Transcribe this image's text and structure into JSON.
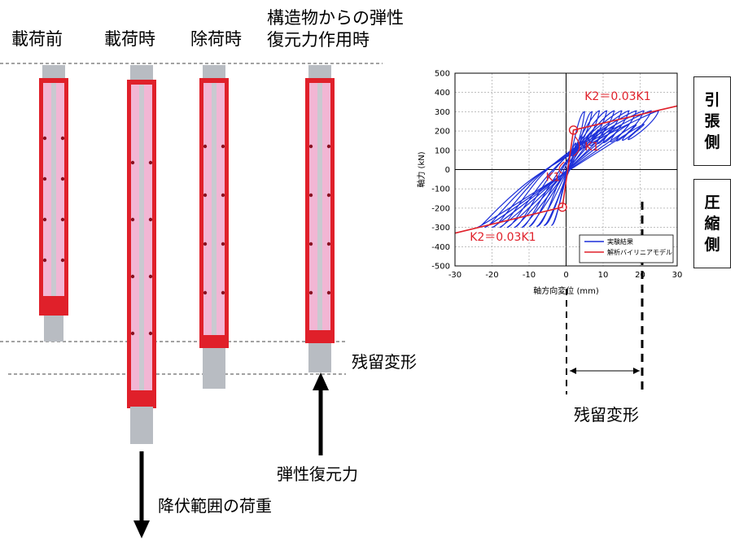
{
  "stages": [
    {
      "label": "載荷前"
    },
    {
      "label": "載荷時"
    },
    {
      "label": "除荷時"
    },
    {
      "label_line1": "構造物からの弾性",
      "label_line2": "復元力作用時"
    }
  ],
  "annotations": {
    "residual_left": "残留変形",
    "residual_right": "残留変形",
    "restoring_force": "弾性復元力",
    "yield_load": "降伏範囲の荷重"
  },
  "side_labels": {
    "tension": [
      "引",
      "張",
      "側"
    ],
    "compression": [
      "圧",
      "縮",
      "側"
    ]
  },
  "colors": {
    "brace_red": "#e0202a",
    "brace_pink": "#f2b6d4",
    "metal_gray": "#b8bcc2",
    "curve_blue": "#1c2fd8",
    "model_red": "#e0202a"
  },
  "chart_data": {
    "type": "line",
    "xlabel": "軸方向変位 (mm)",
    "ylabel": "軸力 (kN)",
    "xlim": [
      -30,
      30
    ],
    "ylim": [
      -500,
      500
    ],
    "xticks": [
      -30,
      -20,
      -10,
      0,
      10,
      20,
      30
    ],
    "yticks": [
      500,
      400,
      300,
      200,
      100,
      0,
      -100,
      -200,
      -300,
      -400,
      -500
    ],
    "grid": true,
    "legend": {
      "position": "bottom-right",
      "entries": [
        "実験結果",
        "解析バイリニアモデル"
      ]
    },
    "series": [
      {
        "name": "実験結果",
        "color": "#1c2fd8",
        "loops": [
          {
            "x": [
              -4,
              -2.5,
              -1,
              0.5,
              2,
              3.5,
              5
            ],
            "y": [
              -290,
              -230,
              -80,
              20,
              180,
              270,
              300
            ]
          },
          {
            "x": [
              -6,
              -4,
              -2,
              1,
              3,
              5.5,
              7
            ],
            "y": [
              -290,
              -250,
              -120,
              0,
              160,
              260,
              300
            ]
          },
          {
            "x": [
              -8,
              -6,
              -4,
              -1,
              4,
              7.5,
              9
            ],
            "y": [
              -295,
              -260,
              -150,
              -20,
              140,
              255,
              305
            ]
          },
          {
            "x": [
              -10,
              -8.5,
              -6,
              -2,
              6,
              9.5,
              11
            ],
            "y": [
              -295,
              -265,
              -170,
              -30,
              120,
              250,
              305
            ]
          },
          {
            "x": [
              -12,
              -10.5,
              -8,
              -3,
              8,
              11.5,
              13
            ],
            "y": [
              -300,
              -270,
              -185,
              -40,
              110,
              245,
              305
            ]
          },
          {
            "x": [
              -14,
              -12.5,
              -10,
              -5,
              10,
              13.5,
              15
            ],
            "y": [
              -300,
              -272,
              -195,
              -50,
              100,
              240,
              305
            ]
          },
          {
            "x": [
              -16,
              -14.5,
              -12,
              -6,
              12,
              15.5,
              17
            ],
            "y": [
              -300,
              -275,
              -200,
              -55,
              95,
              235,
              305
            ]
          },
          {
            "x": [
              -18,
              -16.5,
              -14,
              -8,
              14,
              17.5,
              19
            ],
            "y": [
              -300,
              -276,
              -205,
              -60,
              90,
              232,
              305
            ]
          },
          {
            "x": [
              -20,
              -18.5,
              -16,
              -9,
              16,
              19.5,
              21
            ],
            "y": [
              -300,
              -278,
              -210,
              -65,
              85,
              230,
              305
            ]
          },
          {
            "x": [
              -22,
              -20.5,
              -18,
              -10,
              18,
              21.5,
              23
            ],
            "y": [
              -300,
              -278,
              -212,
              -70,
              80,
              228,
              305
            ]
          },
          {
            "x": [
              -24,
              -22.5,
              -20,
              -11,
              20,
              23.5,
              25
            ],
            "y": [
              -300,
              -280,
              -215,
              -75,
              75,
              225,
              305
            ]
          }
        ]
      },
      {
        "name": "解析バイリニアモデル",
        "color": "#e0202a",
        "x": [
          -30,
          -1,
          2,
          30
        ],
        "y": [
          -330,
          -195,
          205,
          330
        ]
      }
    ],
    "annotations": [
      {
        "text": "K2＝0.03K1",
        "x": 5,
        "y": 360
      },
      {
        "text": "K1",
        "x": 5,
        "y": 100
      },
      {
        "text": "K1",
        "x": -5.5,
        "y": -60
      },
      {
        "text": "K2＝0.03K1",
        "x": -26,
        "y": -370
      }
    ],
    "residual_marks_x": [
      0,
      21
    ]
  }
}
